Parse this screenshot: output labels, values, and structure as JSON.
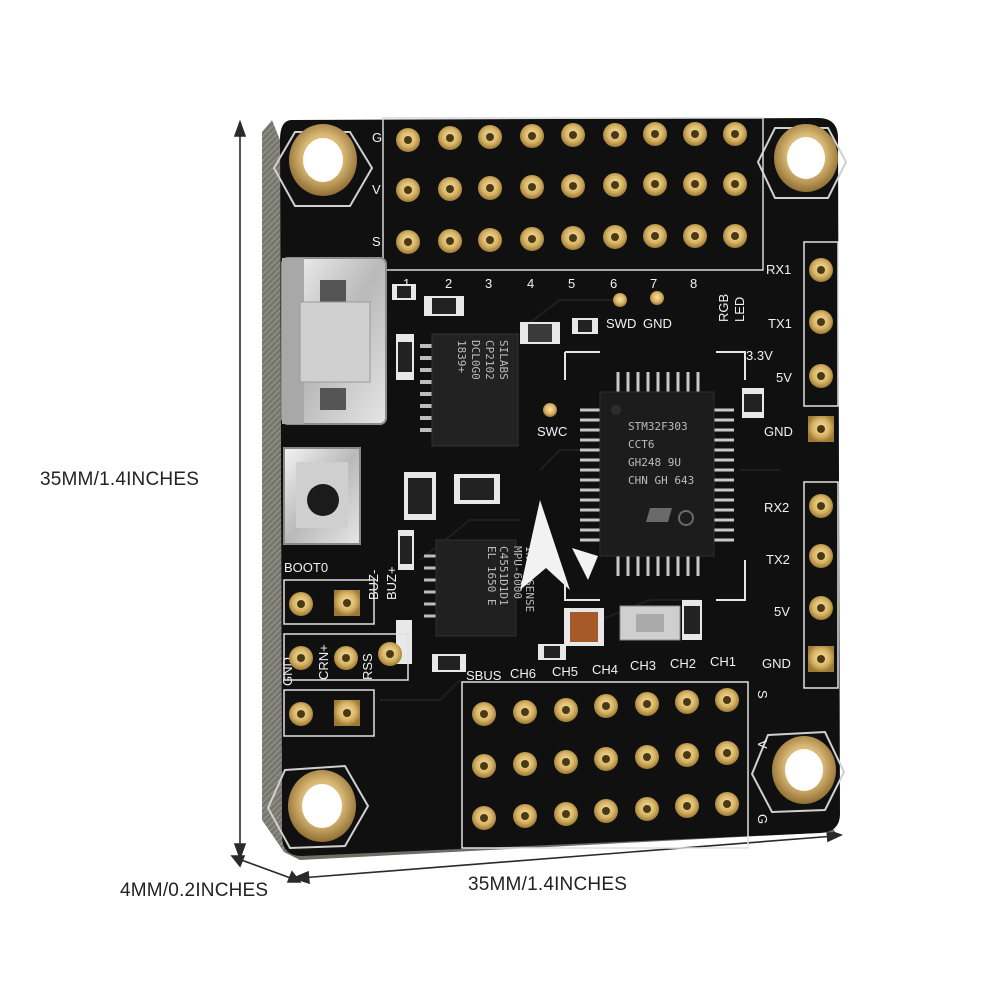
{
  "dimensions": {
    "height": "35MM/1.4INCHES",
    "width": "35MM/1.4INCHES",
    "thickness": "4MM/0.2INCHES"
  },
  "board": {
    "top_header_labels": [
      "G",
      "V",
      "S",
      "1",
      "2",
      "3",
      "4",
      "5",
      "6",
      "7",
      "8"
    ],
    "misc_labels": [
      "SWD",
      "GND",
      "RGB",
      "LED",
      "SWC",
      "3.3V",
      "BOOT0",
      "BUZ-",
      "BUZ+",
      "GND",
      "CRN+",
      "RSS"
    ],
    "right_labels": [
      "RX1",
      "TX1",
      "5V",
      "GND",
      "RX2",
      "TX2",
      "5V",
      "GND"
    ],
    "bottom_labels": [
      "SBUS",
      "CH6",
      "CH5",
      "CH4",
      "CH3",
      "CH2",
      "CH1",
      "S",
      "V",
      "G"
    ],
    "mcu_marking": [
      "STM32F303",
      "CCT6",
      "GH248 9U",
      "CHN GH 643"
    ],
    "usb_chip_marking": [
      "SILABS",
      "CP2102",
      "DCL0G0",
      "1839+"
    ],
    "imu_marking": [
      "INVENSENSE",
      "MPU-6000",
      "C4551D1D1",
      "EL 1650 E"
    ]
  }
}
